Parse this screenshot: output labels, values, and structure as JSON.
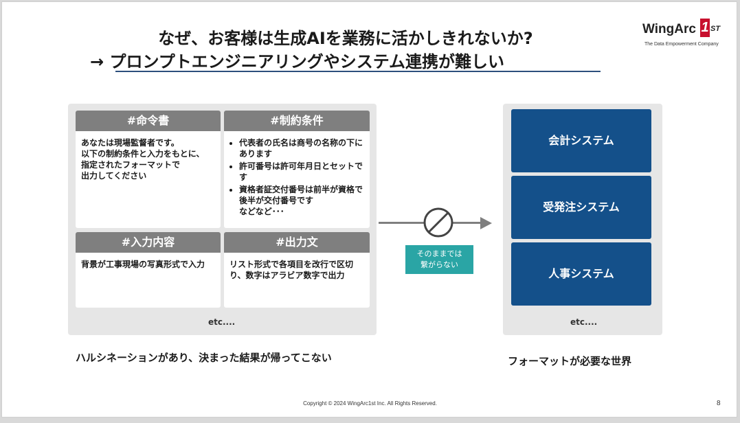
{
  "title": {
    "line1": "なぜ、お客様は生成AIを業務に活かしきれないか?",
    "line2": "→ プロンプトエンジニアリングやシステム連携が難しい"
  },
  "logo": {
    "word": "WingArc",
    "one": "1",
    "st": "ST",
    "tagline": "The Data Empowerment Company"
  },
  "prompt_cards": [
    {
      "heading": "#命令書",
      "body": "あなたは現場監督者です。\n以下の制約条件と入力をもとに、\n指定されたフォーマットで\n出力してください"
    },
    {
      "heading": "#制約条件",
      "bullets": [
        "代表者の氏名は商号の名称の下にあります",
        "許可番号は許可年月日とセットです",
        "資格者証交付番号は前半が資格で後半が交付番号です\nなどなど･･･"
      ]
    },
    {
      "heading": "#入力内容",
      "body": "背景が工事現場の写真形式で入力"
    },
    {
      "heading": "#出力文",
      "body": "リスト形式で各項目を改行で区切り、数字はアラビア数字で出力"
    }
  ],
  "left_etc": "etc....",
  "right_etc": "etc....",
  "badge": {
    "line1": "そのままでは",
    "line2": "繋がらない"
  },
  "systems": [
    "会計システム",
    "受発注システム",
    "人事システム"
  ],
  "left_caption": "ハルシネーションがあり、決まった結果が帰ってこない",
  "right_caption": "フォーマットが必要な世界",
  "footer": "Copyright © 2024 WingArc1st Inc.  All Rights Reserved.",
  "page_number": "8",
  "colors": {
    "accent_blue": "#14508a",
    "card_header": "#7f7f7f",
    "teal_badge": "#2aa5a5",
    "logo_red": "#c8102e"
  },
  "icons": {
    "prohibit": "prohibited-icon",
    "arrow": "arrow-right-icon"
  }
}
